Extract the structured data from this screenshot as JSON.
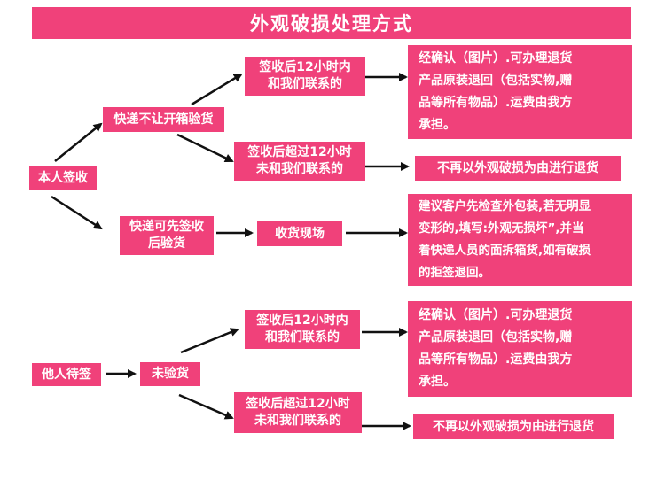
{
  "title": "外观破损处理方式",
  "colors": {
    "box": "#f0417a",
    "text": "#ffffff",
    "arrow": "#111111"
  },
  "section1": {
    "root": "本人签收",
    "branch_a": {
      "label": "快递不让开箱验货",
      "case_within": "签收后12小时内\n和我们联系的",
      "result_within": "经确认（图片）.可办理退货\n产品原装退回（包括实物,赠\n品等所有物品）.运费由我方\n承担。",
      "case_after": "签收后超过12小时\n未和我们联系的",
      "result_after": "不再以外观破损为由进行退货"
    },
    "branch_b": {
      "label": "快递可先签收\n后验货",
      "step": "收货现场",
      "advice": "建议客户先检查外包装,若无明显\n变形的,填写:外观无损坏”,并当\n着快递人员的面拆箱货,如有破损\n的拒签退回。"
    }
  },
  "section2": {
    "root": "他人待签",
    "step": "未验货",
    "case_within": "签收后12小时内\n和我们联系的",
    "result_within": "经确认（图片）.可办理退货\n产品原装退回（包括实物,赠\n品等所有物品）.运费由我方\n承担。",
    "case_after": "签收后超过12小时\n未和我们联系的",
    "result_after": "不再以外观破损为由进行退货"
  }
}
